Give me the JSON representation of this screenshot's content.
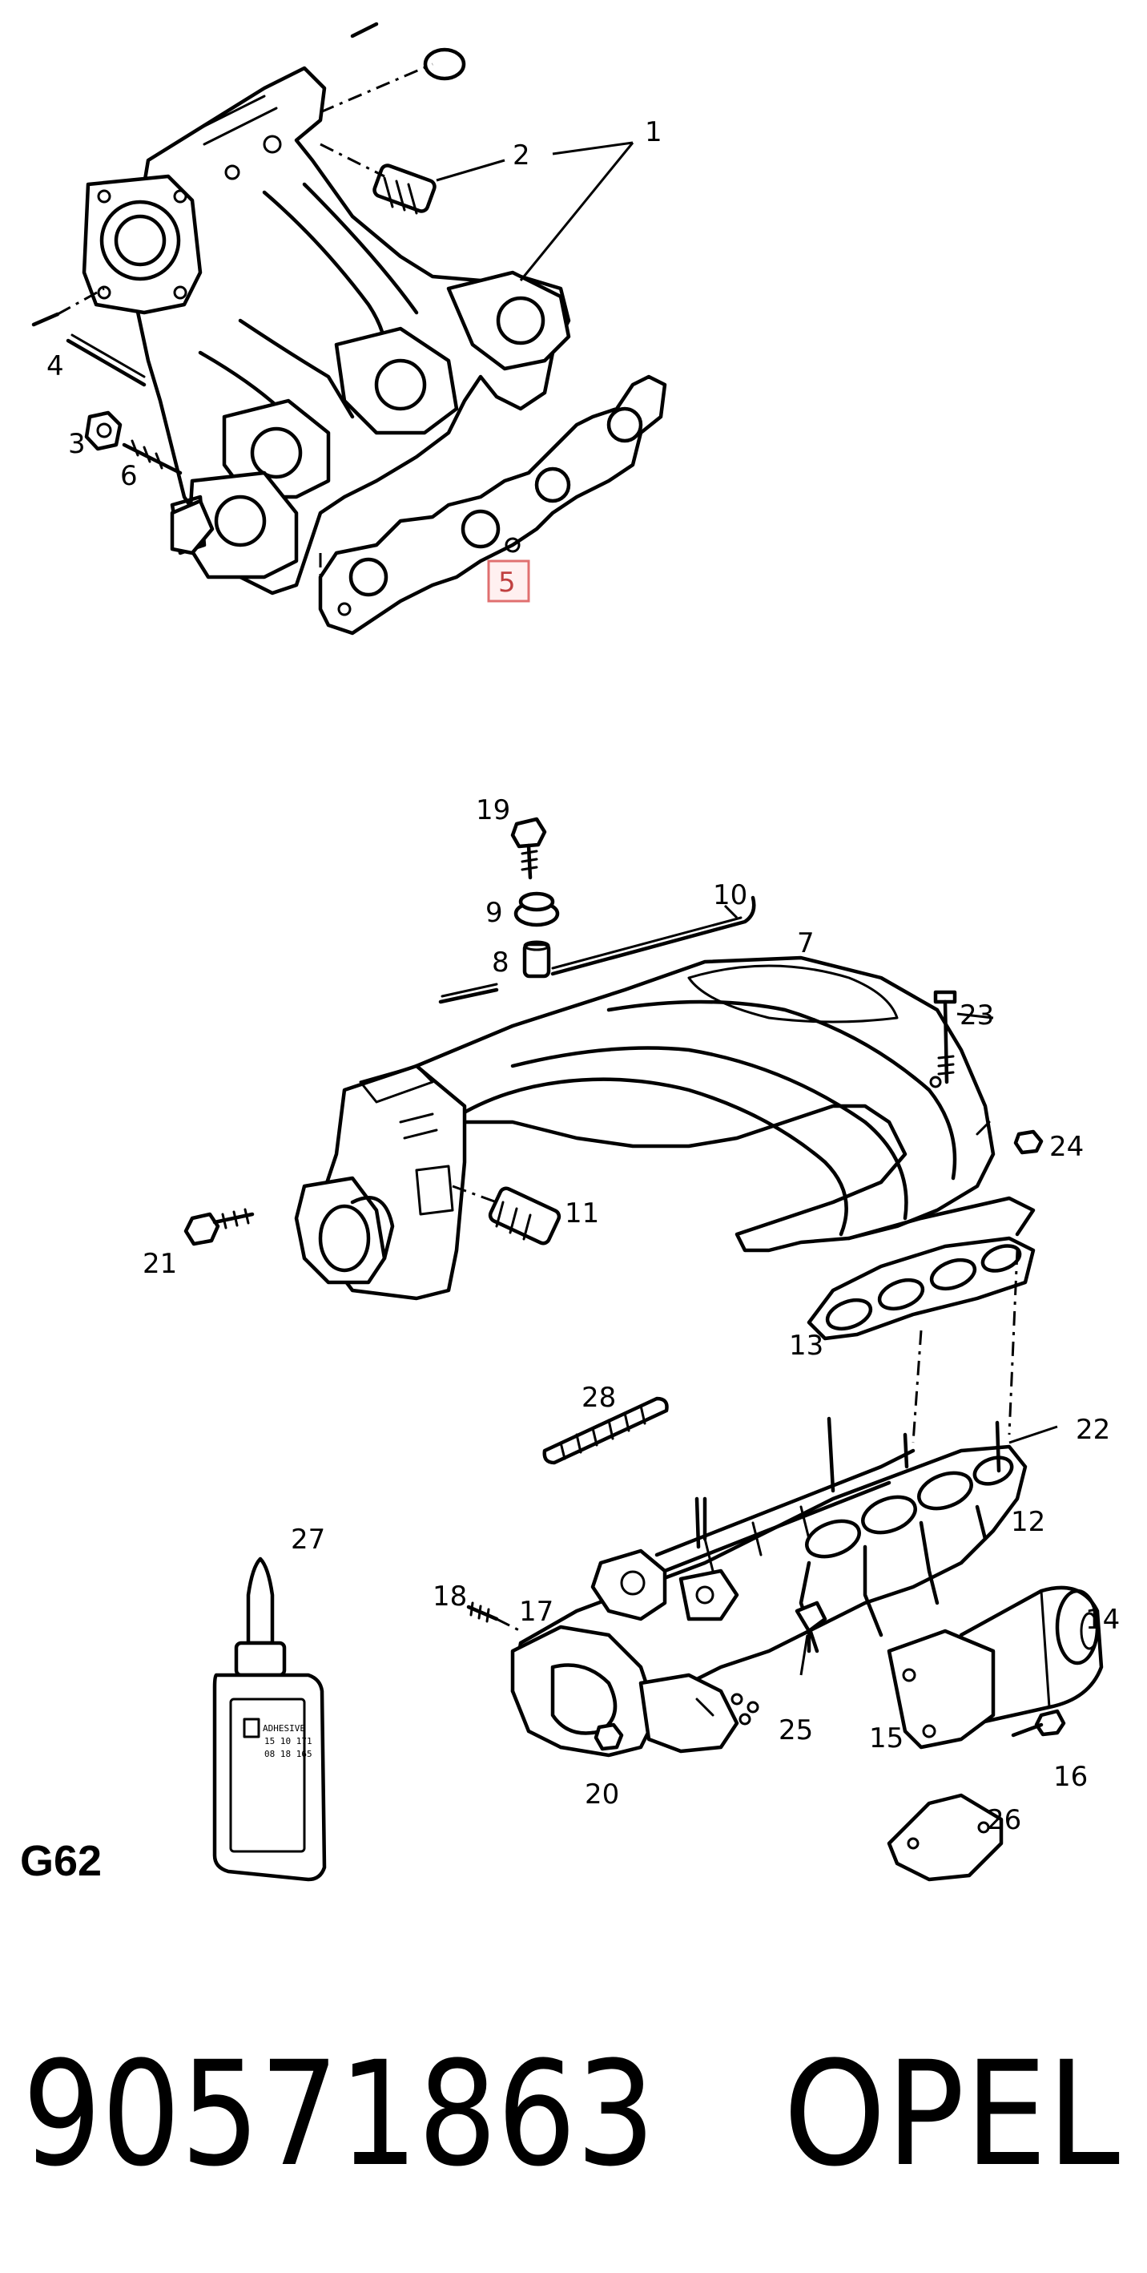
{
  "callouts": {
    "c1": "1",
    "c2": "2",
    "c3": "3",
    "c4": "4",
    "c5": "5",
    "c6": "6",
    "c7": "7",
    "c8": "8",
    "c9": "9",
    "c10": "10",
    "c11": "11",
    "c12": "12",
    "c13": "13",
    "c14": "14",
    "c15": "15",
    "c16": "16",
    "c17": "17",
    "c18": "18",
    "c19": "19",
    "c20": "20",
    "c21": "21",
    "c22": "22",
    "c23": "23",
    "c24": "24",
    "c25": "25",
    "c26": "26",
    "c27": "27",
    "c28": "28"
  },
  "highlighted_callout": "5",
  "sheet_code": "G62",
  "part_number": "90571863",
  "brand": "OPEL"
}
